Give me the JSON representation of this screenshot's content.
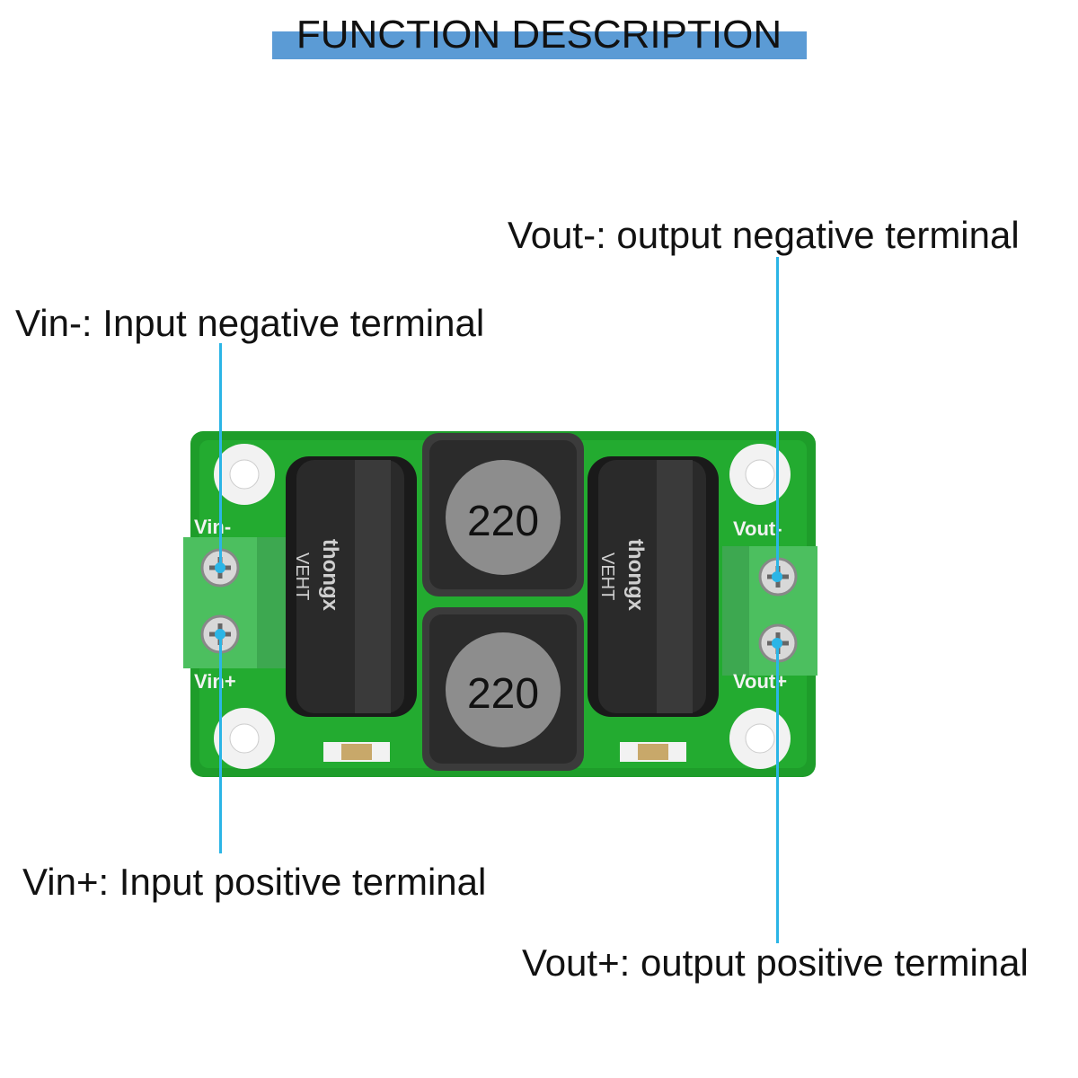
{
  "header": {
    "title": "FUNCTION DESCRIPTION"
  },
  "labels": {
    "vout_neg": "Vout-: output negative terminal",
    "vin_neg": "Vin-: Input negative terminal",
    "vin_pos": "Vin+: Input positive terminal",
    "vout_pos": "Vout+: output positive terminal"
  },
  "board": {
    "silk_vin_neg": "Vin-",
    "silk_vin_pos": "Vin+",
    "silk_vout_neg": "Vout-",
    "silk_vout_pos": "Vout+",
    "inductor_top": "220",
    "inductor_bottom": "220",
    "cap_brand": "thongx",
    "cap_series": "VEHT"
  },
  "colors": {
    "accent": "#2bb5e6",
    "title_bar": "#5b9bd5",
    "pcb": "#1fa02a",
    "terminal": "#4cc264"
  }
}
